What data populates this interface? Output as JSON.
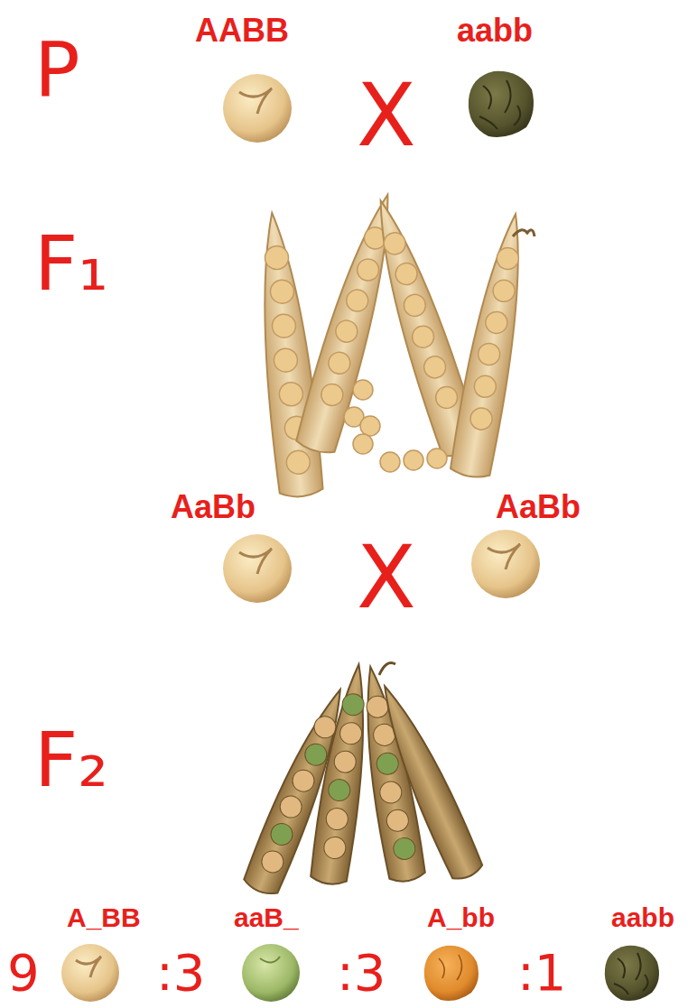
{
  "diagram": {
    "labels": [
      "AABB",
      "aabb",
      "P",
      "X",
      "F₁",
      "AaBb",
      "X",
      "AaBb",
      "F₂",
      "A_BB",
      "aaB_",
      "A_bb",
      "aabb",
      "9",
      ":3",
      ":3",
      ":1"
    ]
  }
}
